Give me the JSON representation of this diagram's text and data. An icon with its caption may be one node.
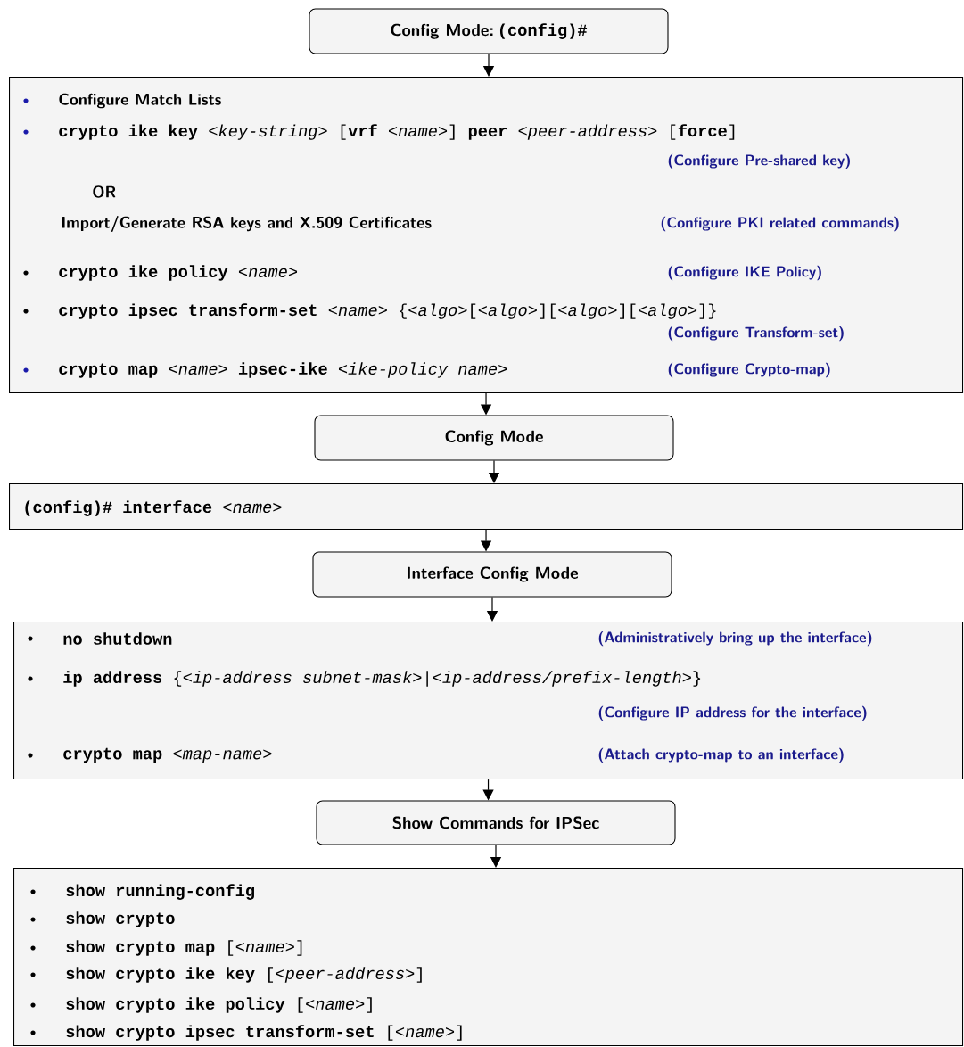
{
  "diagram": {
    "nodes": [
      {
        "text": [
          "Config Mode:",
          "(config)#"
        ]
      },
      {
        "text": [
          "Configure Match Lists",
          "**crypto ike key** *<key-string>* [**vrf** *<name>*] **peer** *<peer-address>* [**force**]",
          "(Configure Pre-shared key)",
          "OR",
          "Import/Generate RSA keys and X.509 Certificates",
          "(Configure PKI related commands)",
          "**crypto ike policy** *<name>*",
          "(Configure IKE Policy)",
          "**crypto ipsec transform-set** *<name>* {*<algo>*[*<algo>*][*<algo>*][*<algo>*]}",
          "(Configure Transform-set)",
          "**crypto map** *<name>* **ipsec-ike** *<ike-policy name>*",
          "(Configure Crypto-map)"
        ]
      },
      {
        "text": [
          "Config Mode"
        ]
      },
      {
        "text": [
          "**(config)# interface** *<name>*"
        ]
      },
      {
        "text": [
          "Interface Config Mode"
        ]
      },
      {
        "text": [
          "**no shutdown**",
          "(Administratively bring up the interface)",
          "**ip address** {*<ip-address subnet-mask>*|*<ip-address/prefix-length>*}",
          "(Configure IP address for the interface)",
          "**crypto map** *<map-name>*",
          "(Attach crypto-map to an interface)"
        ]
      },
      {
        "text": [
          "Show Commands for IPSec"
        ]
      },
      {
        "text": [
          "**show running-config**",
          "**show crypto**",
          "**show crypto map** [*<name>*]",
          "**show crypto ike key** [*<peer-address>*]",
          "**show crypto ike policy** [*<name>*]",
          "**show crypto ipsec transform-set** [*<name>*]"
        ]
      }
    ],
    "edges": [
      {
        "from": 0,
        "to": 1,
        "arrow": "to"
      },
      {
        "from": 1,
        "to": 2,
        "arrow": "to"
      },
      {
        "from": 2,
        "to": 3,
        "arrow": "to"
      },
      {
        "from": 3,
        "to": 4,
        "arrow": "to"
      },
      {
        "from": 4,
        "to": 5,
        "arrow": "to"
      },
      {
        "from": 5,
        "to": 6,
        "arrow": "to"
      },
      {
        "from": 6,
        "to": 7,
        "arrow": "to"
      }
    ]
  }
}
